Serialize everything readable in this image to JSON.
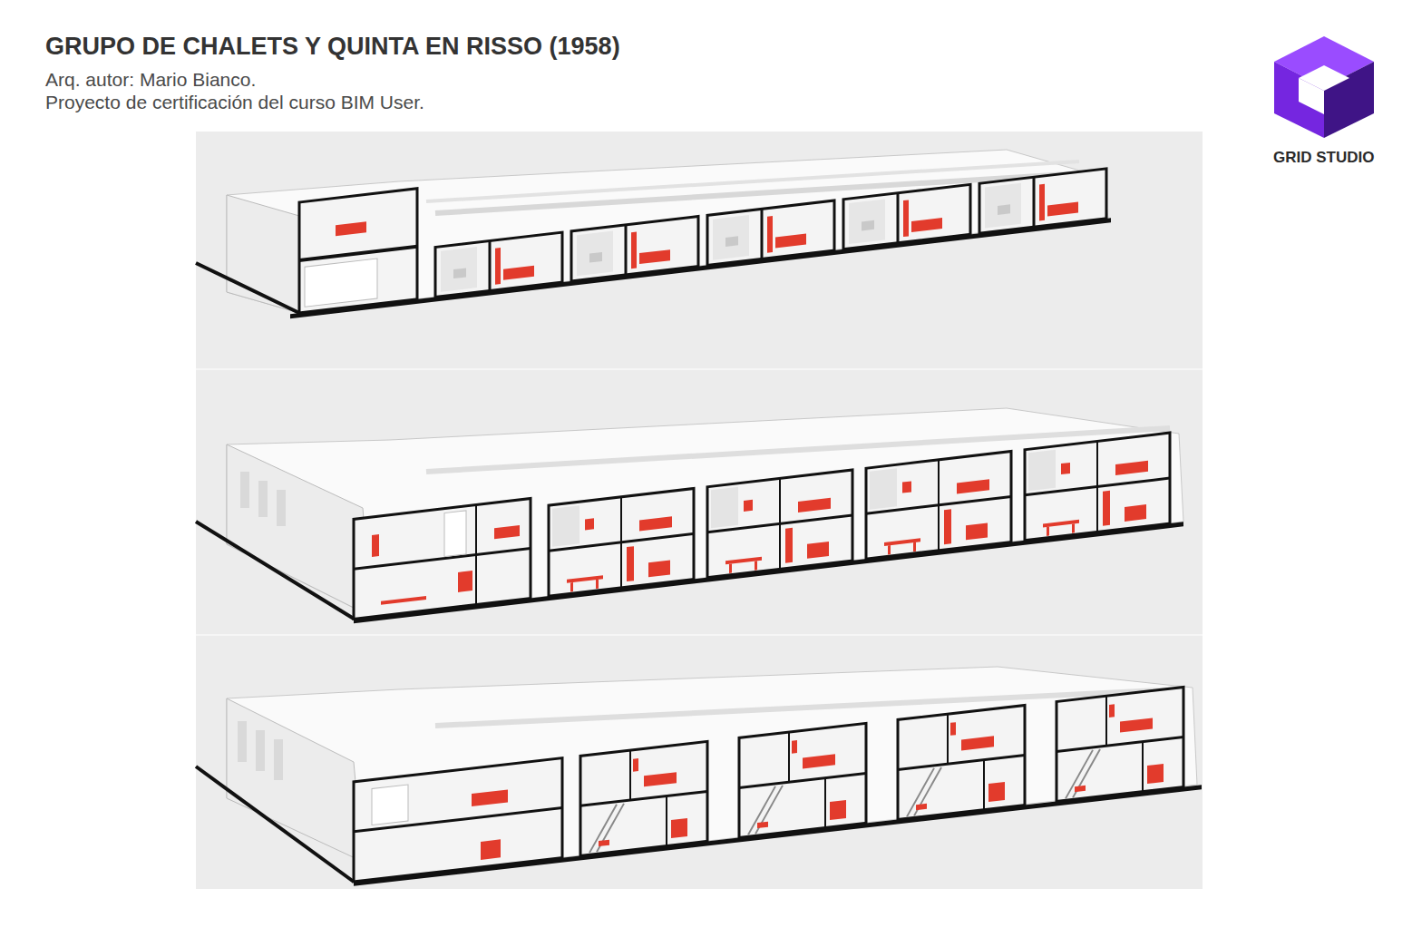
{
  "diagram": {
    "title": "GRUPO DE CHALETS Y QUINTA EN RISSO (1958)",
    "labels": [
      "Arq. autor: Mario Bianco.",
      "Proyecto de certificación del curso BIM User.",
      "GRID STUDIO"
    ]
  }
}
